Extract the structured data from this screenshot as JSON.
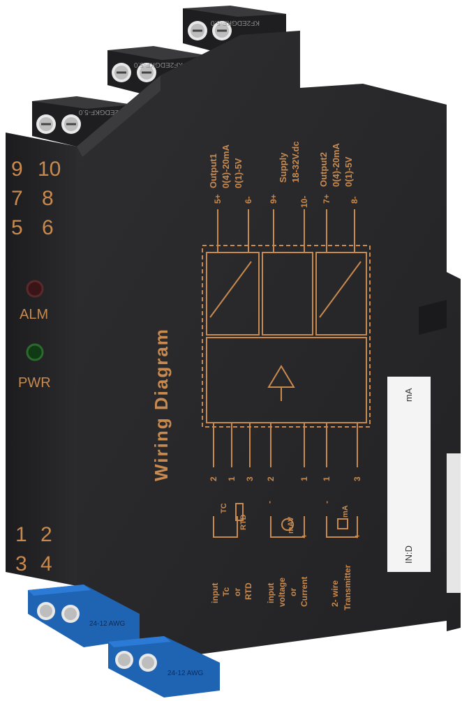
{
  "device": {
    "front_terminals_top": [
      "9",
      "10",
      "7",
      "8",
      "5",
      "6"
    ],
    "front_terminals_bottom": [
      "1",
      "2",
      "3",
      "4"
    ],
    "led_alarm": "ALM",
    "led_power": "PWR",
    "title": "Wiring Diagram",
    "connector_top_1": "KF2EDGKF-5.0",
    "connector_top_2": "KF2EDGKF-5.0",
    "connector_top_3": "2EDGKF-5.0",
    "connector_bottom_1": "24-12 AWG",
    "connector_bottom_2": "24-12 AWG",
    "output1": "Output1",
    "output1_range1": "0(4)-20mA",
    "output1_range2": "0(1)-5V",
    "supply": "Supply",
    "supply_range": "18-32V.dc",
    "output2": "Output2",
    "output2_range1": "0(4)-20mA",
    "output2_range2": "0(1)-5V",
    "top_terms": [
      "5+",
      "6-",
      "9+",
      "10-",
      "7+",
      "8-"
    ],
    "bottom_terms": [
      "2",
      "1",
      "3",
      "2",
      "1",
      "1",
      "3"
    ],
    "sym_tc": "TC",
    "sym_rtd": "RTD",
    "sym_mav": "mAV",
    "sym_ma": "mA",
    "minus": "-",
    "plus": "+",
    "input_tc_lines": [
      "input",
      "Tc",
      "or",
      "RTD"
    ],
    "input_voltage_lines": [
      "input",
      "voltage",
      "or",
      "Current"
    ],
    "transmitter_lines": [
      "2- wire",
      "Transmitter"
    ],
    "label_id": "IN:D",
    "label_unit": "mA"
  },
  "colors": {
    "body": "#2a2a2c",
    "accent": "#c98a4f",
    "connector_blue": "#1f63b3",
    "connector_black": "#1c1c1e"
  }
}
